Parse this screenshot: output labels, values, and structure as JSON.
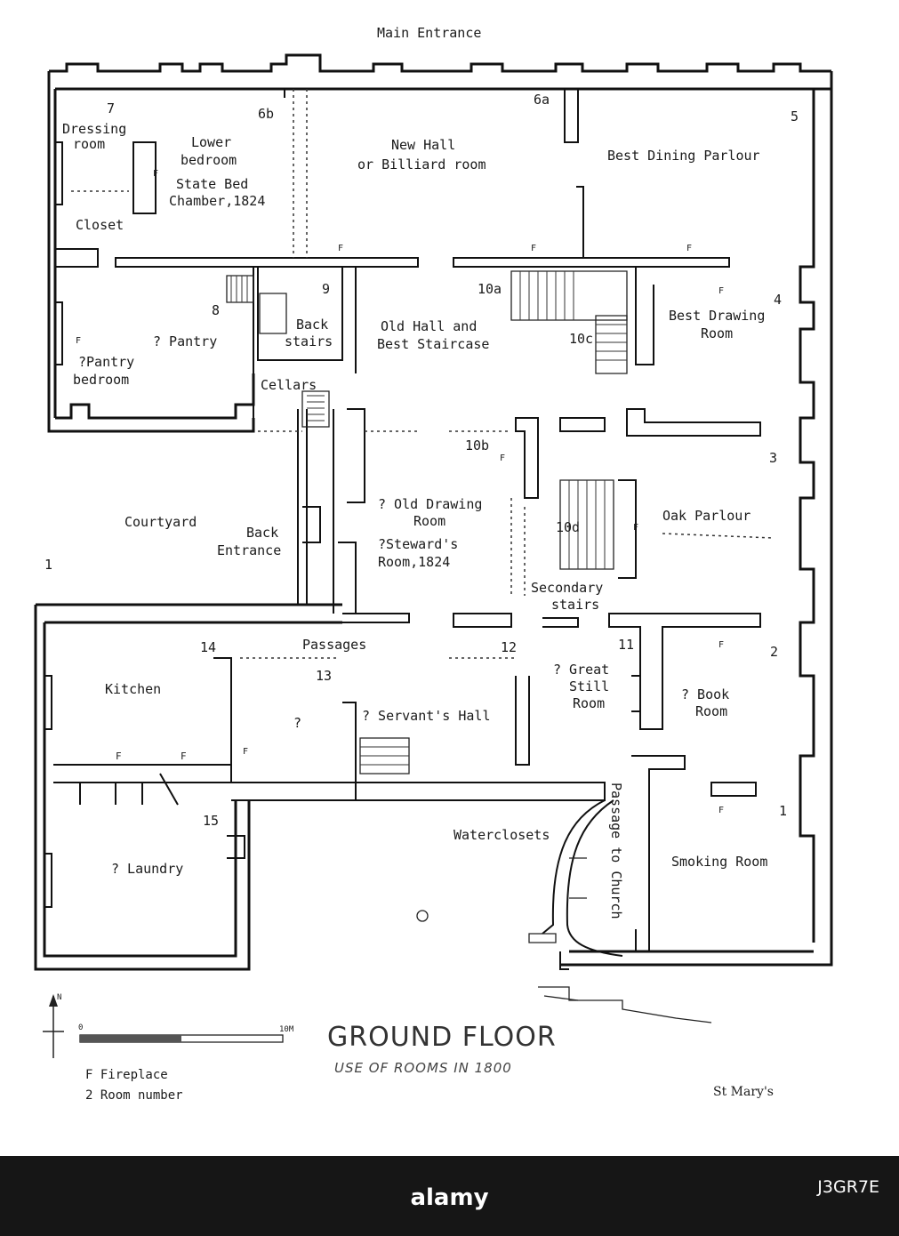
{
  "plan": {
    "top_label": "Main Entrance",
    "rooms": [
      {
        "id": "dressing",
        "lines": [
          "Dressing",
          "room"
        ]
      },
      {
        "id": "lower-bedroom",
        "lines": [
          "Lower",
          "bedroom"
        ]
      },
      {
        "id": "state-bed",
        "lines": [
          "State Bed",
          "Chamber,1824"
        ]
      },
      {
        "id": "new-hall",
        "lines": [
          "New Hall",
          "or Billiard room"
        ]
      },
      {
        "id": "best-dining",
        "lines": [
          "Best Dining Parlour"
        ]
      },
      {
        "id": "closet",
        "lines": [
          "Closet"
        ]
      },
      {
        "id": "pantry",
        "lines": [
          "? Pantry"
        ]
      },
      {
        "id": "pantry-bedroom",
        "lines": [
          "?Pantry",
          "bedroom"
        ]
      },
      {
        "id": "back-stairs",
        "lines": [
          "Back",
          "stairs"
        ]
      },
      {
        "id": "old-hall",
        "lines": [
          "Old Hall and",
          "Best Staircase"
        ]
      },
      {
        "id": "best-drawing",
        "lines": [
          "Best Drawing",
          "Room"
        ]
      },
      {
        "id": "cellars",
        "lines": [
          "Cellars"
        ]
      },
      {
        "id": "courtyard",
        "lines": [
          "Courtyard"
        ]
      },
      {
        "id": "back-entrance",
        "lines": [
          "Back",
          "Entrance"
        ]
      },
      {
        "id": "old-drawing",
        "lines": [
          "? Old Drawing",
          "Room"
        ]
      },
      {
        "id": "stewards",
        "lines": [
          "?Steward's",
          "Room,1824"
        ]
      },
      {
        "id": "oak-parlour",
        "lines": [
          "Oak Parlour"
        ]
      },
      {
        "id": "secondary-stairs",
        "lines": [
          "Secondary",
          "stairs"
        ]
      },
      {
        "id": "passages",
        "lines": [
          "Passages"
        ]
      },
      {
        "id": "kitchen",
        "lines": [
          "Kitchen"
        ]
      },
      {
        "id": "room-13",
        "lines": [
          "?"
        ]
      },
      {
        "id": "servants-hall",
        "lines": [
          "? Servant's Hall"
        ]
      },
      {
        "id": "great-still",
        "lines": [
          "? Great",
          "Still",
          "Room"
        ]
      },
      {
        "id": "book-room",
        "lines": [
          "? Book",
          "Room"
        ]
      },
      {
        "id": "waterclosets",
        "lines": [
          "Waterclosets"
        ]
      },
      {
        "id": "passage-church",
        "lines": [
          "Passage to Church"
        ]
      },
      {
        "id": "smoking-room",
        "lines": [
          "Smoking Room"
        ]
      },
      {
        "id": "laundry",
        "lines": [
          "? Laundry"
        ]
      }
    ],
    "numbers": [
      "7",
      "6b",
      "6a",
      "5",
      "8",
      "9",
      "10a",
      "4",
      "10c",
      "10b",
      "3",
      "10d",
      "14",
      "12",
      "11",
      "2",
      "13",
      "15",
      "1"
    ],
    "fireplace_mark": "F",
    "misc": [
      "1"
    ]
  },
  "footer_block": {
    "title": "GROUND FLOOR",
    "subtitle": "USE OF ROOMS IN 1800",
    "north": "N",
    "scale_start": "0",
    "scale_end": "10M",
    "legend_fireplace": "F Fireplace",
    "legend_room": "2 Room number",
    "credit": "St Mary's"
  },
  "banner": {
    "text": "alamy",
    "image_id": "J3GR7E"
  }
}
